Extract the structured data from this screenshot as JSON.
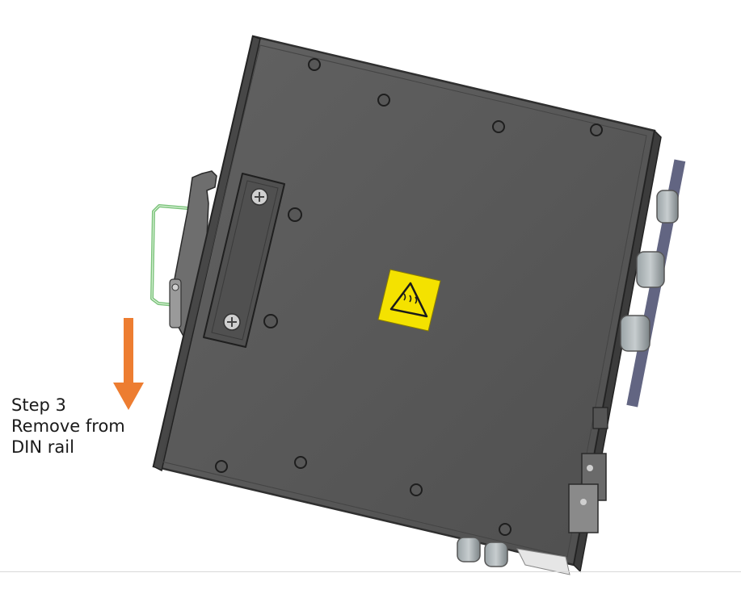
{
  "step": {
    "number": "Step 3",
    "line2": "Remove from",
    "line3": "DIN rail"
  },
  "colors": {
    "arrow": "#ed7d31",
    "housing": "#5a5a5a",
    "housing_edge": "#2f2f2f",
    "din_clip": "#7ac27a",
    "warning_label": "#f4e200"
  },
  "icons": {
    "arrow": "arrow-down-icon",
    "warning": "hot-surface-warning-icon"
  }
}
